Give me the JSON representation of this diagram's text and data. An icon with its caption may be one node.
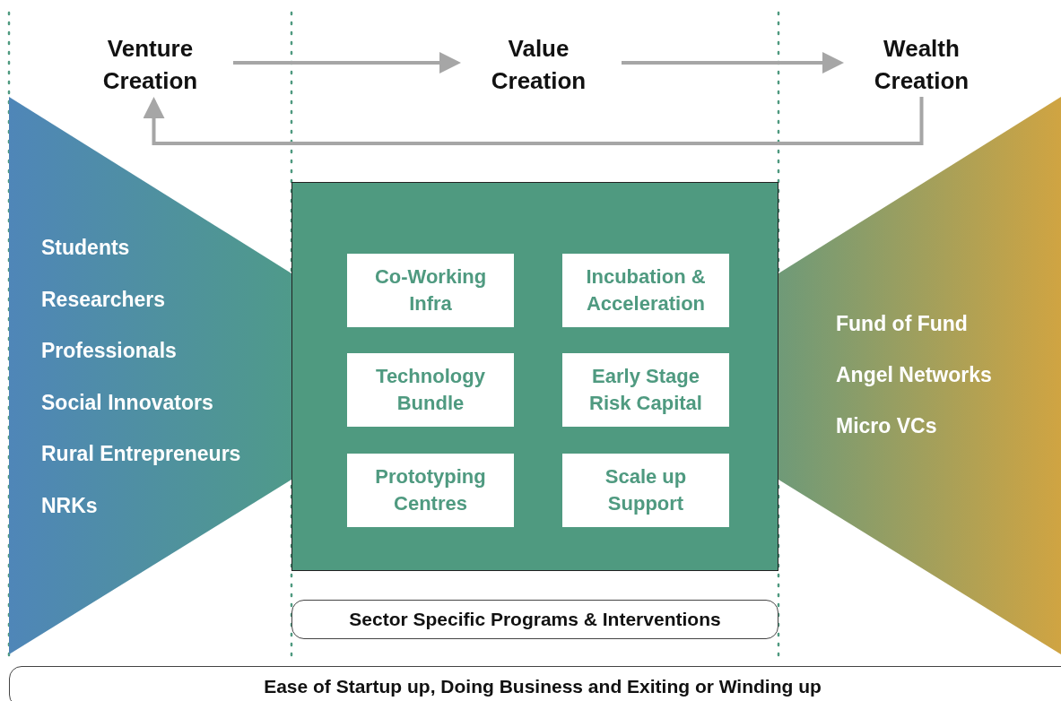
{
  "diagram": {
    "nodes": [
      {
        "text": [
          "Venture Creation"
        ]
      },
      {
        "text": [
          "Value Creation"
        ]
      },
      {
        "text": [
          "Wealth Creation"
        ]
      },
      {
        "text": [
          "Students",
          "Researchers",
          "Professionals",
          "Social Innovators",
          "Rural Entrepreneurs",
          "NRKs"
        ]
      },
      {
        "text": [],
        "shape": "box"
      },
      {
        "text": [
          "Co-Working Infra"
        ],
        "in": 4
      },
      {
        "text": [
          "Incubation & Acceleration"
        ],
        "in": 4
      },
      {
        "text": [
          "Technology Bundle"
        ],
        "in": 4
      },
      {
        "text": [
          "Early Stage Risk Capital"
        ],
        "in": 4
      },
      {
        "text": [
          "Prototyping Centres"
        ],
        "in": 4
      },
      {
        "text": [
          "Scale up Support"
        ],
        "in": 4
      },
      {
        "text": [
          "Fund of Fund",
          "Angel Networks",
          "Micro VCs"
        ]
      },
      {
        "text": [
          "Sector Specific Programs & Interventions"
        ]
      },
      {
        "text": [
          "Ease of Startup up, Doing Business and Exiting or Winding up"
        ]
      }
    ],
    "edges": [
      {
        "from": 0,
        "to": 1,
        "arrow": "to"
      },
      {
        "from": 1,
        "to": 2,
        "arrow": "to"
      },
      {
        "from": 2,
        "to": 0,
        "arrow": "to"
      }
    ]
  }
}
